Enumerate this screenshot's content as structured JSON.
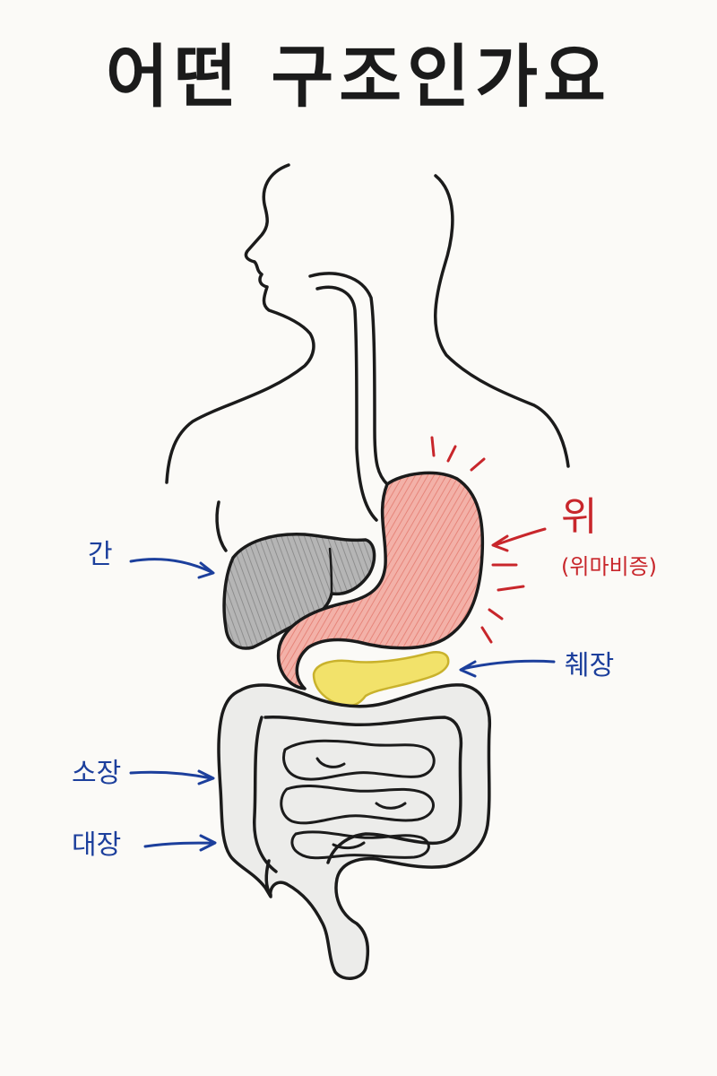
{
  "title": "어떤 구조인가요",
  "labels": {
    "liver": "간",
    "stomach": "위",
    "stomach_note": "(위마비증)",
    "pancreas": "췌장",
    "small_intestine": "소장",
    "large_intestine": "대장"
  },
  "colors": {
    "outline": "#1b1b1b",
    "label_blue": "#1c3f9c",
    "label_red": "#c8262b",
    "stomach_fill": "#f0a59b",
    "liver_fill": "#a9a9a9",
    "pancreas_fill": "#f2e26a",
    "intestine_fill": "#ececea"
  }
}
